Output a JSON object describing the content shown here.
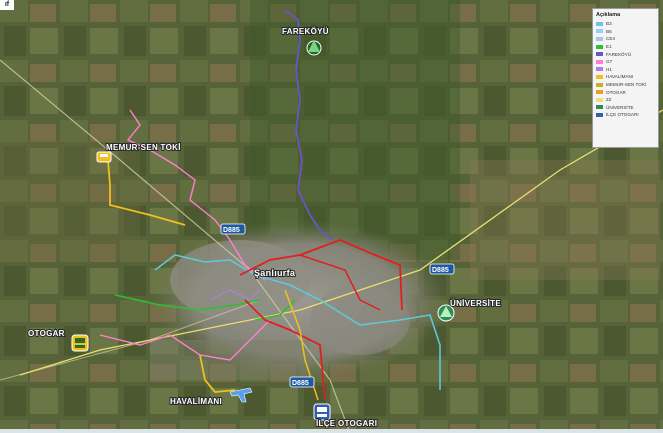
{
  "corner_mark": "ıf",
  "labels": {
    "farekoyu": "FAREKÖYÜ",
    "memursen": "MEMUR-SEN TOKİ",
    "d885_a": "D885",
    "d885_b": "D885",
    "d885_c": "D885",
    "sanliurfa": "Şanlıurfa",
    "universite": "ÜNİVERSİTE",
    "otogar": "OTOGAR",
    "havalimani": "HAVALİMANI",
    "ilce_otogari": "İLÇE OTOGARI"
  },
  "legend": {
    "title": "Açıklama",
    "items": [
      {
        "label": "B3",
        "color": "#6ec1e4"
      },
      {
        "label": "B6",
        "color": "#8fd0ff"
      },
      {
        "label": "CE4",
        "color": "#a8c7e8"
      },
      {
        "label": "E1",
        "color": "#2fbf2f"
      },
      {
        "label": "FAREKÖYÜ",
        "color": "#6b54c8"
      },
      {
        "label": "G7",
        "color": "#ff7fd0"
      },
      {
        "label": "H1",
        "color": "#b07de0"
      },
      {
        "label": "HAVALİMANI",
        "color": "#f0c020"
      },
      {
        "label": "MEMUR-SEN TOKİ",
        "color": "#c8b020"
      },
      {
        "label": "OTOGAR",
        "color": "#e8a020"
      },
      {
        "label": "Z2",
        "color": "#e8e070"
      },
      {
        "label": "ÜNİVERSİTE",
        "color": "#2e8b57"
      },
      {
        "label": "İLÇE OTOGARI",
        "color": "#2e5fb0"
      }
    ]
  },
  "colors": {
    "route_farekoyu": "#6b54c8",
    "route_red": "#e02020",
    "route_pink": "#ff7fd0",
    "route_cyan": "#5fc8d8",
    "route_yellow": "#f0c020",
    "route_green": "#2fbf2f",
    "route_lightyellow": "#e8e070",
    "city": "#8a8a82"
  }
}
